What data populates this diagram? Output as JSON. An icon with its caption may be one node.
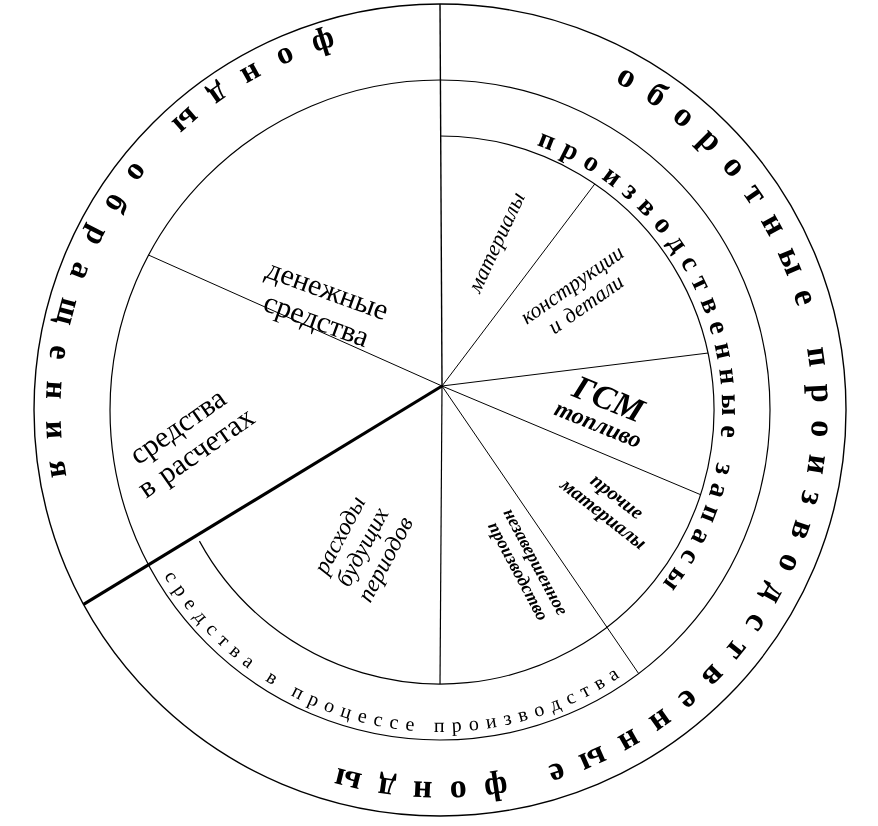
{
  "diagram": {
    "nodes": [
      {
        "text": [
          "оборотные производственные фонды"
        ]
      },
      {
        "text": [
          "фонды обращения"
        ]
      },
      {
        "text": [
          "производственные запасы"
        ]
      },
      {
        "text": [
          "средства в процессе производства"
        ]
      },
      {
        "text": [
          "денежные средства"
        ]
      },
      {
        "text": [
          "средства в расчетах"
        ]
      },
      {
        "text": [
          "расходы будущих периодов"
        ]
      },
      {
        "text": [
          "материалы"
        ]
      },
      {
        "text": [
          "конструкции и детали"
        ]
      },
      {
        "text": [
          "ГСМ",
          "топливо"
        ]
      },
      {
        "text": [
          "прочие материалы"
        ]
      },
      {
        "text": [
          "незавершенное производство"
        ]
      }
    ]
  }
}
